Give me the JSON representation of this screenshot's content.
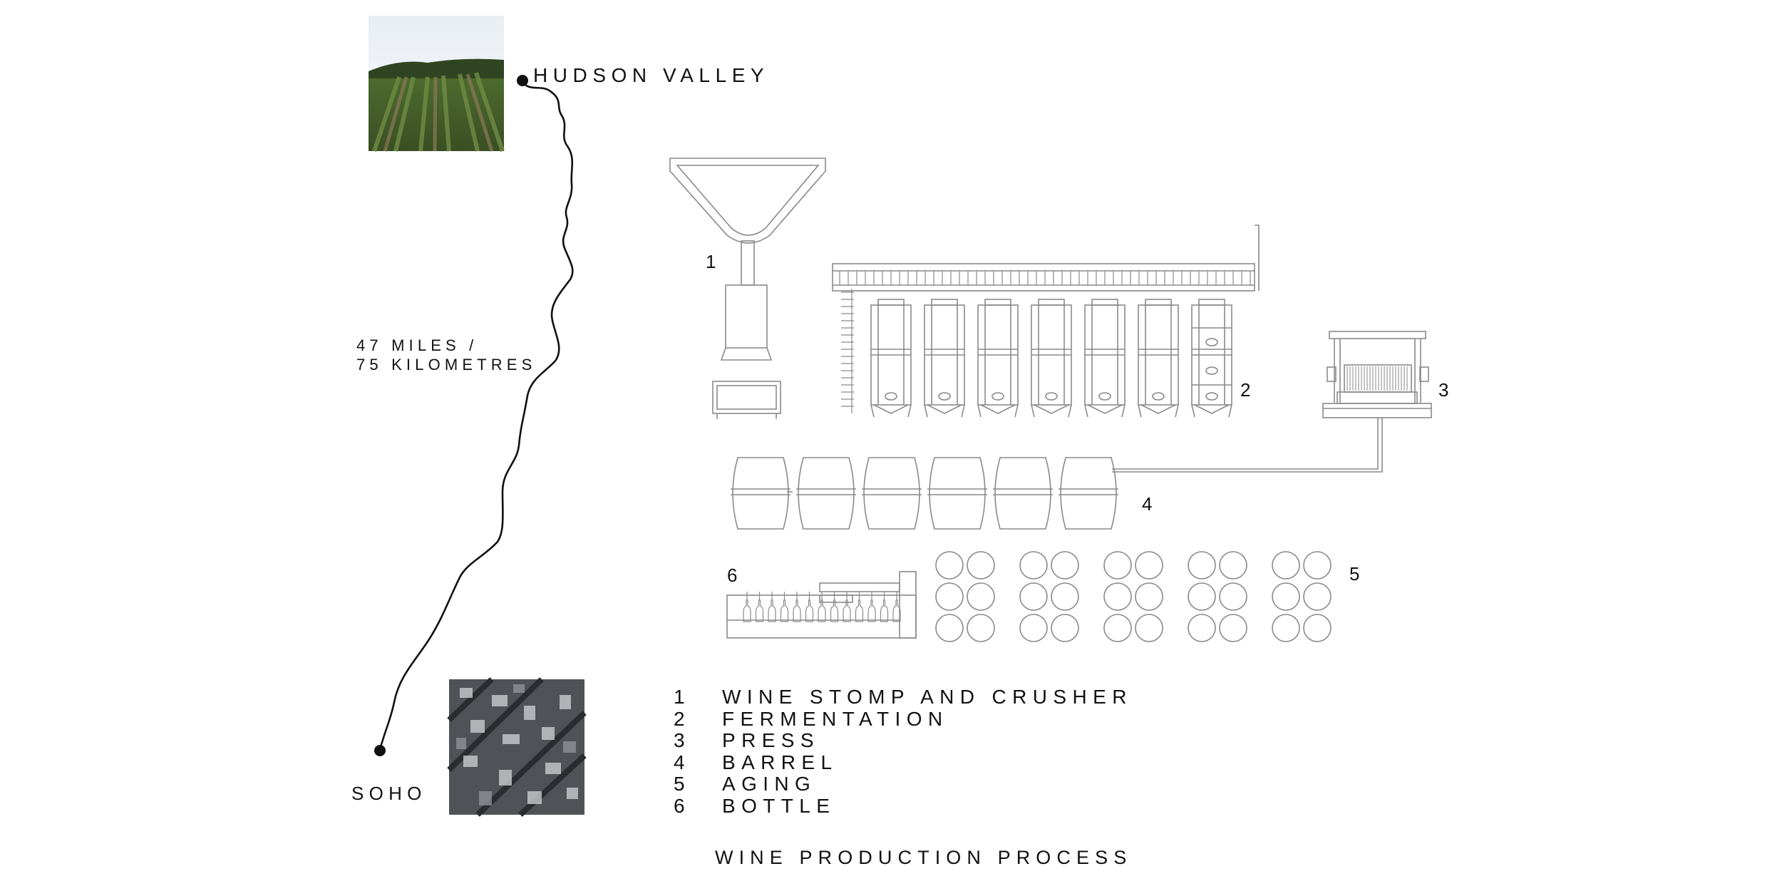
{
  "route": {
    "origin": "HUDSON VALLEY",
    "destination": "SOHO",
    "distance_miles": "47 MILES /",
    "distance_km": "75 KILOMETRES"
  },
  "photos": {
    "vineyard": "vineyard-photo",
    "city": "aerial-city-photo"
  },
  "stage_numbers": [
    "1",
    "2",
    "3",
    "4",
    "5",
    "6"
  ],
  "legend": [
    {
      "num": "1",
      "label": "WINE STOMP AND CRUSHER"
    },
    {
      "num": "2",
      "label": "FERMENTATION"
    },
    {
      "num": "3",
      "label": "PRESS"
    },
    {
      "num": "4",
      "label": "BARREL"
    },
    {
      "num": "5",
      "label": "AGING"
    },
    {
      "num": "6",
      "label": "BOTTLE"
    }
  ],
  "caption": "WINE PRODUCTION PROCESS",
  "colors": {
    "ink": "#111111",
    "line": "#8a8a8a",
    "background": "#ffffff"
  }
}
